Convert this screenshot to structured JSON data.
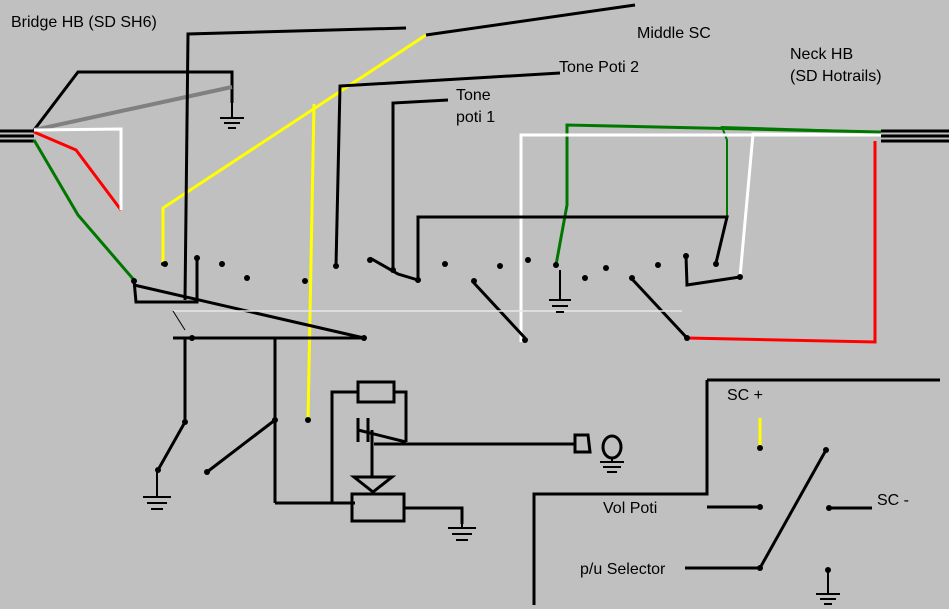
{
  "labels": {
    "bridge": "Bridge HB (SD SH6)",
    "middle": "Middle SC",
    "tone2": "Tone Poti 2",
    "tone1_line1": "Tone",
    "tone1_line2": "poti 1",
    "neck_line1": "Neck HB",
    "neck_line2": "(SD Hotrails)",
    "sc_plus": "SC +",
    "sc_minus": "SC -",
    "vol": "Vol Poti",
    "selector": "p/u Selector"
  },
  "colors": {
    "background": "#c0c0c0",
    "wire_black": "#000000",
    "wire_yellow": "#ffff00",
    "wire_green": "#007800",
    "wire_red": "#ff0000",
    "wire_white": "#ffffff",
    "wire_gray": "#808080",
    "wire_light": "#e8e8e8"
  }
}
